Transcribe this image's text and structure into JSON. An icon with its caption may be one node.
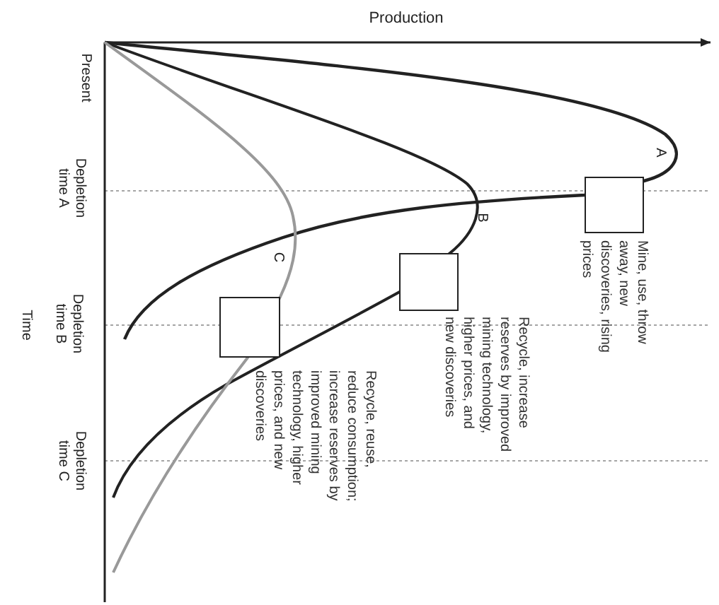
{
  "diagram": {
    "nodes": [
      {
        "text": [],
        "shape": "box",
        "beside": [
          "Mine, use, throw away, new discoveries, rising prices"
        ]
      },
      {
        "text": [],
        "shape": "box",
        "beside": [
          "Recycle, increase reserves by improved mining technology, higher prices, and new discoveries"
        ]
      },
      {
        "text": [],
        "shape": "box",
        "beside": [
          "Recycle, reuse, reduce consumption; increase reserves by improved mining technology, higher prices, and new discoveries"
        ]
      }
    ],
    "labels": [
      "Production",
      "Present",
      "Depletion time A",
      "Depletion time B",
      "Depletion time C",
      "Time",
      "A",
      "B",
      "C"
    ]
  }
}
